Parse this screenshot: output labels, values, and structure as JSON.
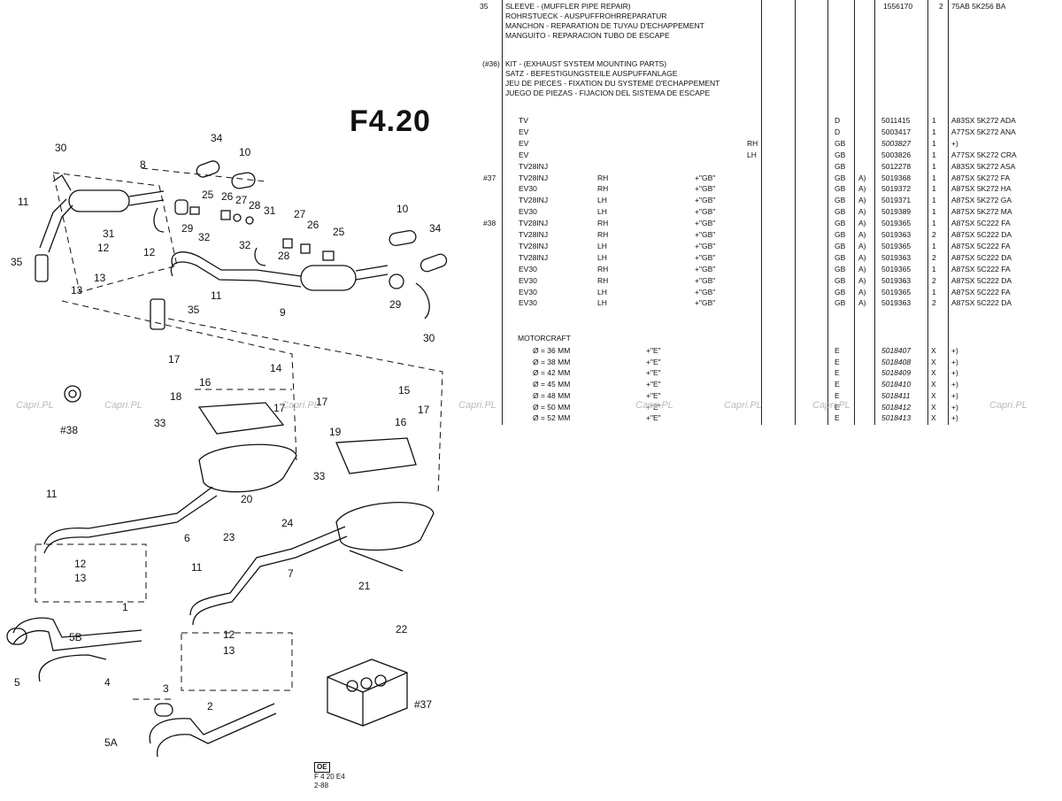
{
  "figure": {
    "code": "F4.20",
    "footer_box": "OE",
    "footer_ref": "F 4 20 E4",
    "footer_date": "2-88"
  },
  "diagram_labels": [
    "30",
    "8",
    "34",
    "10",
    "11",
    "31",
    "25",
    "26",
    "27",
    "28",
    "29",
    "32",
    "12",
    "35",
    "13",
    "9",
    "31",
    "27",
    "26",
    "25",
    "32",
    "28",
    "10",
    "34",
    "11",
    "29",
    "30",
    "35",
    "17",
    "14",
    "16",
    "18",
    "33",
    "38",
    "17",
    "15",
    "16",
    "19",
    "17",
    "33",
    "20",
    "24",
    "23",
    "6",
    "11",
    "12",
    "13",
    "1",
    "5B",
    "5",
    "4",
    "3",
    "5A",
    "2",
    "7",
    "21",
    "22",
    "37",
    "11",
    "12",
    "13"
  ],
  "sleeve": {
    "item": "35",
    "desc": [
      "SLEEVE - (MUFFLER PIPE REPAIR)",
      "ROHRSTUECK - AUSPUFFROHRREPARATUR",
      "MANCHON - REPARATION DE TUYAU D'ECHAPPEMENT",
      "MANGUITO - REPARACION TUBO DE ESCAPE"
    ],
    "part_no": "1556170",
    "qty": "2",
    "ref": "75AB 5K256 BA"
  },
  "kit": {
    "item": "(#36)",
    "desc": [
      "KIT - (EXHAUST SYSTEM MOUNTING PARTS)",
      "SATZ - BEFESTIGUNGSTEILE AUSPUFFANLAGE",
      "JEU DE PIECES - FIXATION DU SYSTEME D'ECHAPPEMENT",
      "JUEGO DE PIEZAS - FIJACION DEL SISTEMA DE ESCAPE"
    ]
  },
  "kit_rows": [
    {
      "item": "",
      "model": "TV",
      "side": "",
      "code": "",
      "side2": "",
      "market": "D",
      "mk": "",
      "part": "5011415",
      "italic": false,
      "qty": "1",
      "ref": "A83SX 5K272 ADA"
    },
    {
      "item": "",
      "model": "EV",
      "side": "",
      "code": "",
      "side2": "",
      "market": "D",
      "mk": "",
      "part": "5003417",
      "italic": false,
      "qty": "1",
      "ref": "A77SX 5K272 ANA"
    },
    {
      "item": "",
      "model": "EV",
      "side": "",
      "code": "",
      "side2": "RH",
      "market": "GB",
      "mk": "",
      "part": "5003827",
      "italic": true,
      "qty": "1",
      "ref": "+)"
    },
    {
      "item": "",
      "model": "EV",
      "side": "",
      "code": "",
      "side2": "LH",
      "market": "GB",
      "mk": "",
      "part": "5003826",
      "italic": false,
      "qty": "1",
      "ref": "A77SX 5K272 CRA"
    },
    {
      "item": "",
      "model": "TV28INJ",
      "side": "",
      "code": "",
      "side2": "",
      "market": "GB",
      "mk": "",
      "part": "5012278",
      "italic": false,
      "qty": "1",
      "ref": "A83SX 5K272 ASA"
    },
    {
      "item": "#37",
      "model": "TV28INJ",
      "side": "RH",
      "code": "+\"GB\"",
      "side2": "",
      "market": "GB",
      "mk": "A)",
      "part": "5019368",
      "italic": false,
      "qty": "1",
      "ref": "A87SX 5K272 FA"
    },
    {
      "item": "",
      "model": "EV30",
      "side": "RH",
      "code": "+\"GB\"",
      "side2": "",
      "market": "GB",
      "mk": "A)",
      "part": "5019372",
      "italic": false,
      "qty": "1",
      "ref": "A87SX 5K272 HA"
    },
    {
      "item": "",
      "model": "TV28INJ",
      "side": "LH",
      "code": "+\"GB\"",
      "side2": "",
      "market": "GB",
      "mk": "A)",
      "part": "5019371",
      "italic": false,
      "qty": "1",
      "ref": "A87SX 5K272 GA"
    },
    {
      "item": "",
      "model": "EV30",
      "side": "LH",
      "code": "+\"GB\"",
      "side2": "",
      "market": "GB",
      "mk": "A)",
      "part": "5019389",
      "italic": false,
      "qty": "1",
      "ref": "A87SX 5K272 MA"
    },
    {
      "item": "#38",
      "model": "TV28INJ",
      "side": "RH",
      "code": "+\"GB\"",
      "side2": "",
      "market": "GB",
      "mk": "A)",
      "part": "5019365",
      "italic": false,
      "qty": "1",
      "ref": "A87SX 5C222 FA"
    },
    {
      "item": "",
      "model": "TV28INJ",
      "side": "RH",
      "code": "+\"GB\"",
      "side2": "",
      "market": "GB",
      "mk": "A)",
      "part": "5019363",
      "italic": false,
      "qty": "2",
      "ref": "A87SX 5C222 DA"
    },
    {
      "item": "",
      "model": "TV28INJ",
      "side": "LH",
      "code": "+\"GB\"",
      "side2": "",
      "market": "GB",
      "mk": "A)",
      "part": "5019365",
      "italic": false,
      "qty": "1",
      "ref": "A87SX 5C222 FA"
    },
    {
      "item": "",
      "model": "TV28INJ",
      "side": "LH",
      "code": "+\"GB\"",
      "side2": "",
      "market": "GB",
      "mk": "A)",
      "part": "5019363",
      "italic": false,
      "qty": "2",
      "ref": "A87SX 5C222 DA"
    },
    {
      "item": "",
      "model": "EV30",
      "side": "RH",
      "code": "+\"GB\"",
      "side2": "",
      "market": "GB",
      "mk": "A)",
      "part": "5019365",
      "italic": false,
      "qty": "1",
      "ref": "A87SX 5C222 FA"
    },
    {
      "item": "",
      "model": "EV30",
      "side": "RH",
      "code": "+\"GB\"",
      "side2": "",
      "market": "GB",
      "mk": "A)",
      "part": "5019363",
      "italic": false,
      "qty": "2",
      "ref": "A87SX 5C222 DA"
    },
    {
      "item": "",
      "model": "EV30",
      "side": "LH",
      "code": "+\"GB\"",
      "side2": "",
      "market": "GB",
      "mk": "A)",
      "part": "5019365",
      "italic": false,
      "qty": "1",
      "ref": "A87SX 5C222 FA"
    },
    {
      "item": "",
      "model": "EV30",
      "side": "LH",
      "code": "+\"GB\"",
      "side2": "",
      "market": "GB",
      "mk": "A)",
      "part": "5019363",
      "italic": false,
      "qty": "2",
      "ref": "A87SX 5C222 DA"
    }
  ],
  "motorcraft": {
    "heading": "MOTORCRAFT",
    "rows": [
      {
        "size": "Ø = 36 MM",
        "code": "+\"E\"",
        "market": "E",
        "part": "5018407",
        "qty": "X",
        "ref": "+)"
      },
      {
        "size": "Ø = 38 MM",
        "code": "+\"E\"",
        "market": "E",
        "part": "5018408",
        "qty": "X",
        "ref": "+)"
      },
      {
        "size": "Ø = 42 MM",
        "code": "+\"E\"",
        "market": "E",
        "part": "5018409",
        "qty": "X",
        "ref": "+)"
      },
      {
        "size": "Ø = 45 MM",
        "code": "+\"E\"",
        "market": "E",
        "part": "5018410",
        "qty": "X",
        "ref": "+)"
      },
      {
        "size": "Ø = 48 MM",
        "code": "+\"E\"",
        "market": "E",
        "part": "5018411",
        "qty": "X",
        "ref": "+)"
      },
      {
        "size": "Ø = 50 MM",
        "code": "+\"E\"",
        "market": "E",
        "part": "5018412",
        "qty": "X",
        "ref": "+)"
      },
      {
        "size": "Ø = 52 MM",
        "code": "+\"E\"",
        "market": "E",
        "part": "5018413",
        "qty": "X",
        "ref": "+)"
      }
    ]
  },
  "watermark": "Capri.PL"
}
